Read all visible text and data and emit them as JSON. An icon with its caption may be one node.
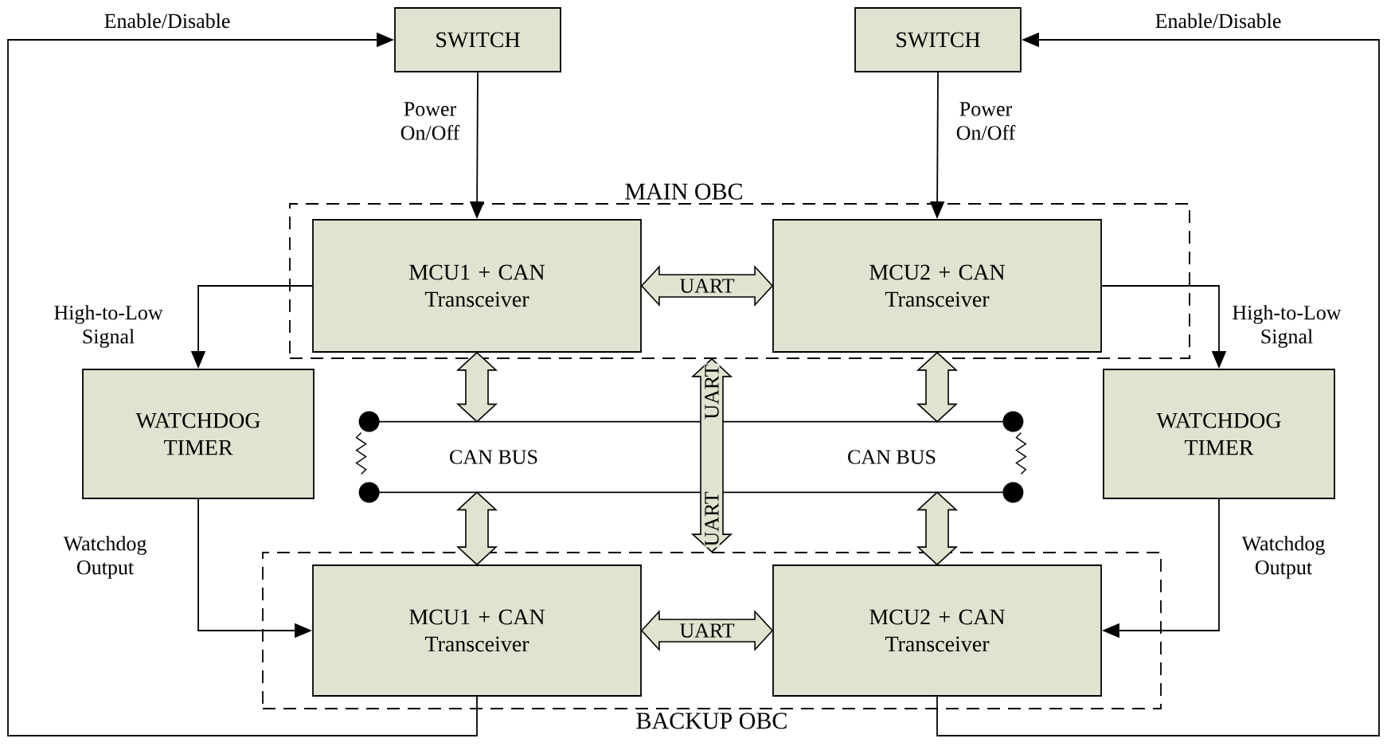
{
  "diagram": {
    "nodes": [
      {
        "text": [
          "MAIN OBC"
        ]
      },
      {
        "text": [
          "BACKUP OBC"
        ]
      },
      {
        "text": [
          "SWITCH"
        ]
      },
      {
        "text": [
          "SWITCH"
        ]
      },
      {
        "text": [
          "MCU1 + CAN Transceiver"
        ],
        "in": 0
      },
      {
        "text": [
          "MCU2 + CAN Transceiver"
        ],
        "in": 0
      },
      {
        "text": [
          "WATCHDOG TIMER"
        ]
      },
      {
        "text": [
          "WATCHDOG TIMER"
        ]
      },
      {
        "text": [
          "MCU1 + CAN Transceiver"
        ],
        "in": 1
      },
      {
        "text": [
          "MCU2 + CAN Transceiver"
        ],
        "in": 1
      },
      {
        "text": [
          "CAN BUS",
          "CAN BUS"
        ]
      }
    ],
    "edges": [
      {
        "from": 8,
        "to": 2,
        "arrow": "to",
        "label": "Enable/Disable"
      },
      {
        "from": 9,
        "to": 3,
        "arrow": "to",
        "label": "Enable/Disable"
      },
      {
        "from": 2,
        "to": 4,
        "arrow": "to",
        "label": "Power On/Off"
      },
      {
        "from": 3,
        "to": 5,
        "arrow": "to",
        "label": "Power On/Off"
      },
      {
        "from": 4,
        "to": 6,
        "arrow": "to",
        "label": "High-to-Low Signal"
      },
      {
        "from": 5,
        "to": 7,
        "arrow": "to",
        "label": "High-to-Low Signal"
      },
      {
        "from": 6,
        "to": 8,
        "arrow": "to",
        "label": "Watchdog Output"
      },
      {
        "from": 7,
        "to": 9,
        "arrow": "to",
        "label": "Watchdog Output"
      },
      {
        "from": 4,
        "to": 5,
        "arrow": "both",
        "label": "UART",
        "style": "thick"
      },
      {
        "from": 8,
        "to": 9,
        "arrow": "both",
        "label": "UART",
        "style": "thick"
      },
      {
        "from": 0,
        "to": 1,
        "arrow": "both",
        "label": "UART",
        "style": "thick"
      },
      {
        "from": 4,
        "to": 10,
        "arrow": "both",
        "style": "thick"
      },
      {
        "from": 5,
        "to": 10,
        "arrow": "both",
        "style": "thick"
      },
      {
        "from": 10,
        "to": 8,
        "arrow": "both",
        "style": "thick"
      },
      {
        "from": 10,
        "to": 9,
        "arrow": "both",
        "style": "thick"
      }
    ],
    "labels": [
      "UART"
    ]
  }
}
